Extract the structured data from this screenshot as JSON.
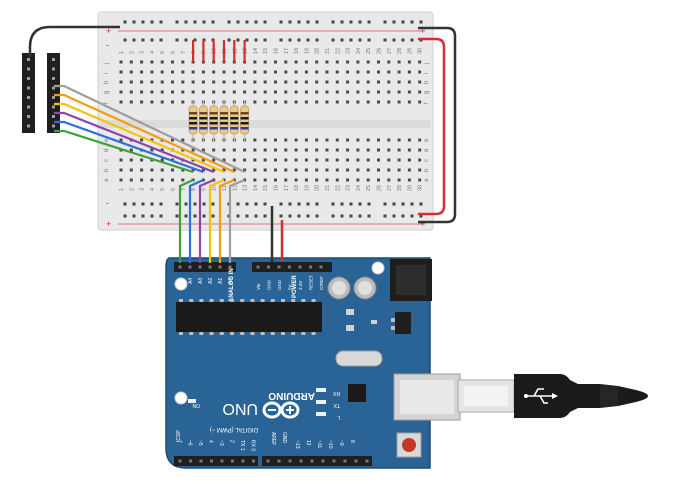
{
  "breadboard": {
    "column_numbers": [
      "1",
      "2",
      "3",
      "4",
      "5",
      "6",
      "7",
      "8",
      "9",
      "10",
      "11",
      "12",
      "13",
      "14",
      "15",
      "16",
      "17",
      "18",
      "19",
      "20",
      "21",
      "22",
      "23",
      "24",
      "25",
      "26",
      "27",
      "28",
      "29",
      "30"
    ],
    "row_letters_top": [
      "j",
      "i",
      "h",
      "g",
      "f"
    ],
    "row_letters_bottom": [
      "e",
      "d",
      "c",
      "b",
      "a"
    ],
    "rail_plus": "+",
    "rail_minus": "-"
  },
  "arduino": {
    "brand": "ARDUINO",
    "model": "UNO",
    "analog_header_label": "ANALOG IN",
    "analog_pins": [
      "A5",
      "A4",
      "A3",
      "A2",
      "A1",
      "A0"
    ],
    "power_header_label": "POWER",
    "power_pins": [
      "Vin",
      "GND",
      "GND",
      "5V",
      "3.3V",
      "RESET",
      "IOREF"
    ],
    "digital_label": "DIGITAL (PWM ~)",
    "digital_pins": [
      "~13",
      "12",
      "~11",
      "~10",
      "~9",
      "8",
      "7",
      "~6",
      "~5",
      "4",
      "~3",
      "2",
      "TX 1",
      "RX 0"
    ],
    "aref_label": "AREF",
    "gnd_label": "GND",
    "led_labels": [
      "RX",
      "TX",
      "L"
    ],
    "on_label": "ON",
    "icsp_label": "ICSP"
  },
  "colors": {
    "board_blue": "#2a6496",
    "wire_red": "#d32f2f",
    "wire_black": "#333333",
    "wire_grey": "#9e9e9e",
    "wire_orange": "#f39c12",
    "wire_yellow": "#f1c40f",
    "wire_purple": "#8e44ad",
    "wire_blue": "#2f6fd6",
    "wire_green": "#3aa33a"
  }
}
